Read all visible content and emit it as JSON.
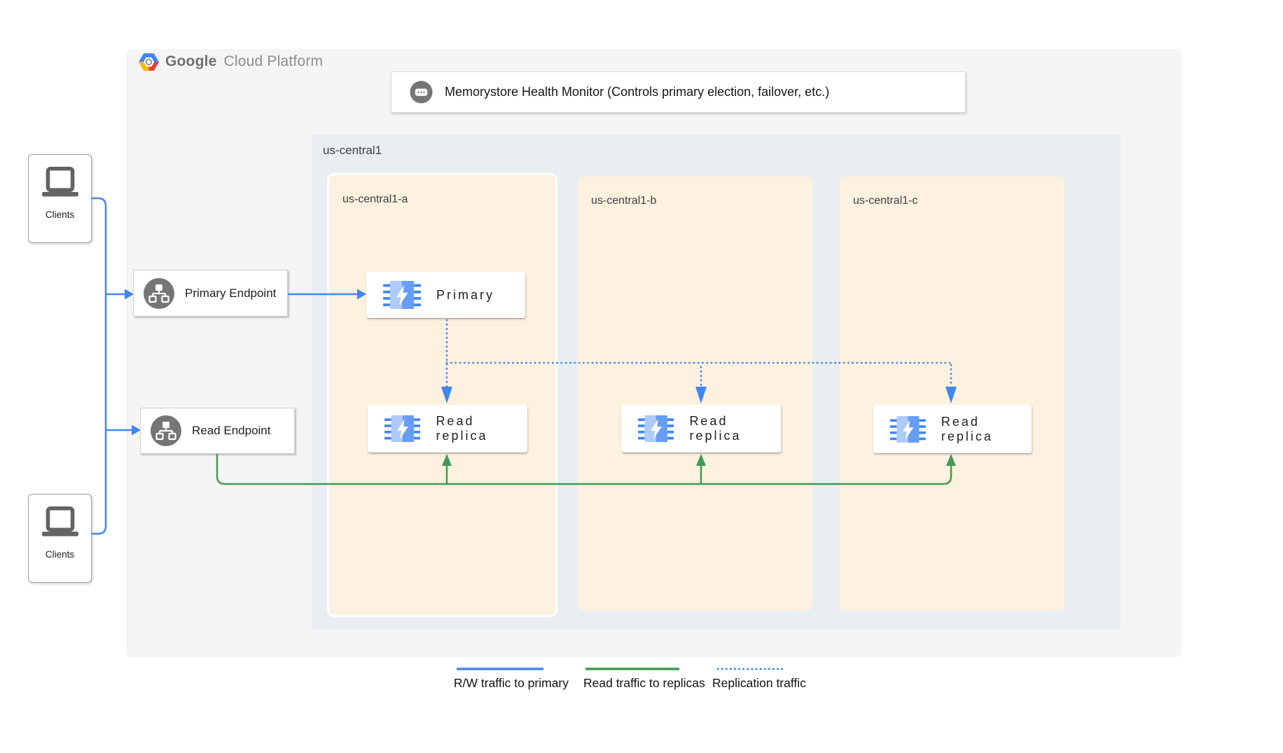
{
  "header": {
    "brand_bold": "Google",
    "brand_light": "Cloud Platform"
  },
  "monitor": {
    "label": "Memorystore Health Monitor (Controls primary election, failover, etc.)"
  },
  "region": {
    "label": "us-central1",
    "zones": [
      {
        "label": "us-central1-a"
      },
      {
        "label": "us-central1-b"
      },
      {
        "label": "us-central1-c"
      }
    ]
  },
  "nodes": {
    "primary": "Primary",
    "replicas": [
      {
        "label": "Read replica"
      },
      {
        "label": "Read replica"
      },
      {
        "label": "Read replica"
      }
    ]
  },
  "endpoints": {
    "primary": "Primary Endpoint",
    "read": "Read Endpoint"
  },
  "clients": {
    "top_label": "Clients",
    "bottom_label": "Clients"
  },
  "legend": {
    "items": [
      {
        "label": "R/W traffic to primary",
        "style": "solid",
        "color": "#4285f4"
      },
      {
        "label": "Read traffic to replicas",
        "style": "solid",
        "color": "#3f9b52"
      },
      {
        "label": "Replication traffic",
        "style": "dotted",
        "color": "#4285f4"
      }
    ]
  },
  "colors": {
    "blue": "#4285f4",
    "green": "#3f9b52",
    "panel": "#f5f5f5",
    "region": "#e9eef2",
    "zone": "#fdf1e0",
    "gray": "#757575",
    "lightblue": "#aecbfa",
    "midblue": "#669df6"
  }
}
